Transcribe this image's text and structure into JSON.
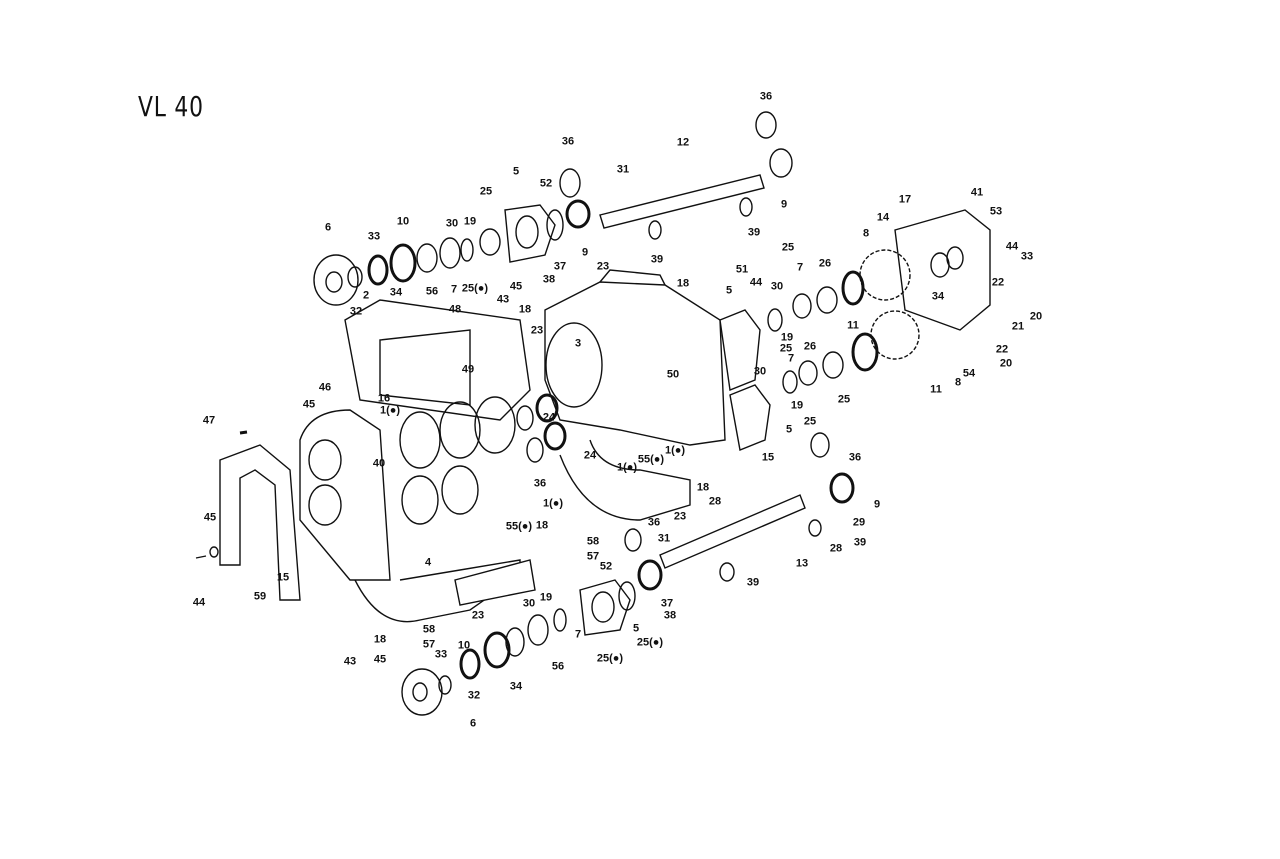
{
  "title": "VL 40",
  "callouts": [
    "36",
    "9",
    "36",
    "12",
    "31",
    "5",
    "52",
    "25",
    "39",
    "39",
    "9",
    "6",
    "33",
    "10",
    "30",
    "19",
    "37",
    "38",
    "45",
    "43",
    "25(●)",
    "7",
    "56",
    "34",
    "32",
    "2",
    "23",
    "18",
    "17",
    "14",
    "8",
    "41",
    "53",
    "44",
    "33",
    "25",
    "51",
    "44",
    "26",
    "7",
    "5",
    "30",
    "19",
    "25",
    "48",
    "23",
    "18",
    "3",
    "49",
    "50",
    "34",
    "22",
    "20",
    "21",
    "22",
    "20",
    "54",
    "8",
    "11",
    "11",
    "26",
    "7",
    "30",
    "25",
    "19",
    "25",
    "5",
    "46",
    "45",
    "16",
    "1(●)",
    "24",
    "47",
    "40",
    "36",
    "24",
    "1(●)",
    "55(●)",
    "1(●)",
    "15",
    "36",
    "18",
    "9",
    "1(●)",
    "45",
    "55(●)",
    "18",
    "23",
    "36",
    "28",
    "29",
    "58",
    "57",
    "52",
    "31",
    "39",
    "28",
    "13",
    "4",
    "44",
    "59",
    "15",
    "39",
    "23",
    "37",
    "38",
    "19",
    "30",
    "5",
    "25(●)",
    "18",
    "58",
    "57",
    "10",
    "33",
    "7",
    "25(●)",
    "56",
    "43",
    "45",
    "34",
    "32",
    "6"
  ]
}
